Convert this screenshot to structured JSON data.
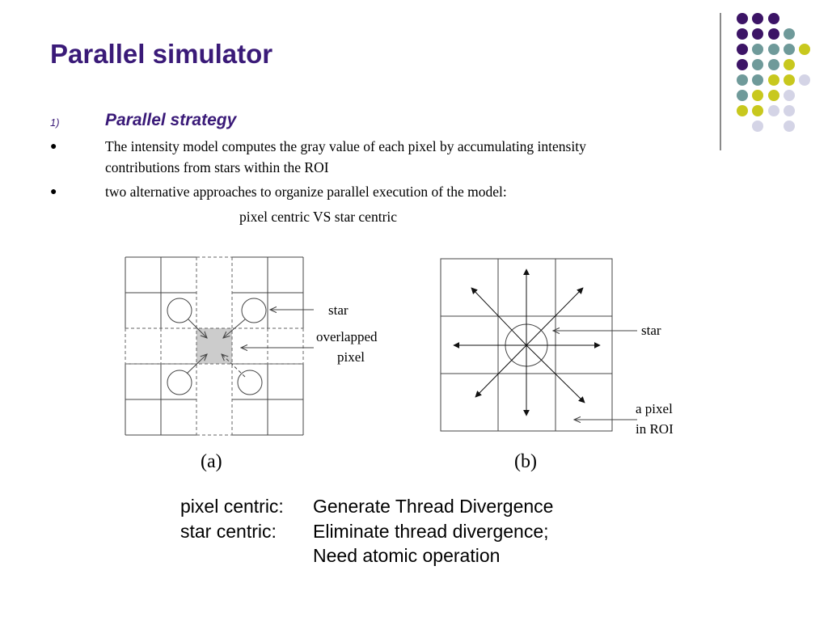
{
  "slide": {
    "title": "Parallel simulator",
    "section": {
      "number": "1)",
      "title": "Parallel strategy"
    },
    "bullets": [
      {
        "lines": [
          "The intensity model computes the gray value of each pixel by accumulating intensity",
          "contributions from stars within the ROI"
        ]
      },
      {
        "lines": [
          "two alternative approaches to organize parallel execution of the model:"
        ]
      }
    ],
    "subtext": "pixel centric VS star centric"
  },
  "figure_a": {
    "caption": "(a)",
    "label_star": "star",
    "label_overlapped_line1": "overlapped",
    "label_overlapped_line2": "pixel"
  },
  "figure_b": {
    "caption": "(b)",
    "label_star": "star",
    "label_pixel_line1": "a pixel",
    "label_pixel_line2": "in ROI"
  },
  "comparison": {
    "pixel_label": "pixel centric:",
    "pixel_value": "Generate Thread Divergence",
    "star_label": "star  centric:",
    "star_value": "Eliminate thread divergence;",
    "star_value2": "Need atomic operation"
  },
  "colors": {
    "title": "#3a1a78",
    "deco_purple": "#3c1466",
    "deco_teal": "#6f9a9a",
    "deco_yellow": "#c8c81e",
    "deco_lavender": "#d4d4e6",
    "overlap_fill": "#cccccc"
  }
}
